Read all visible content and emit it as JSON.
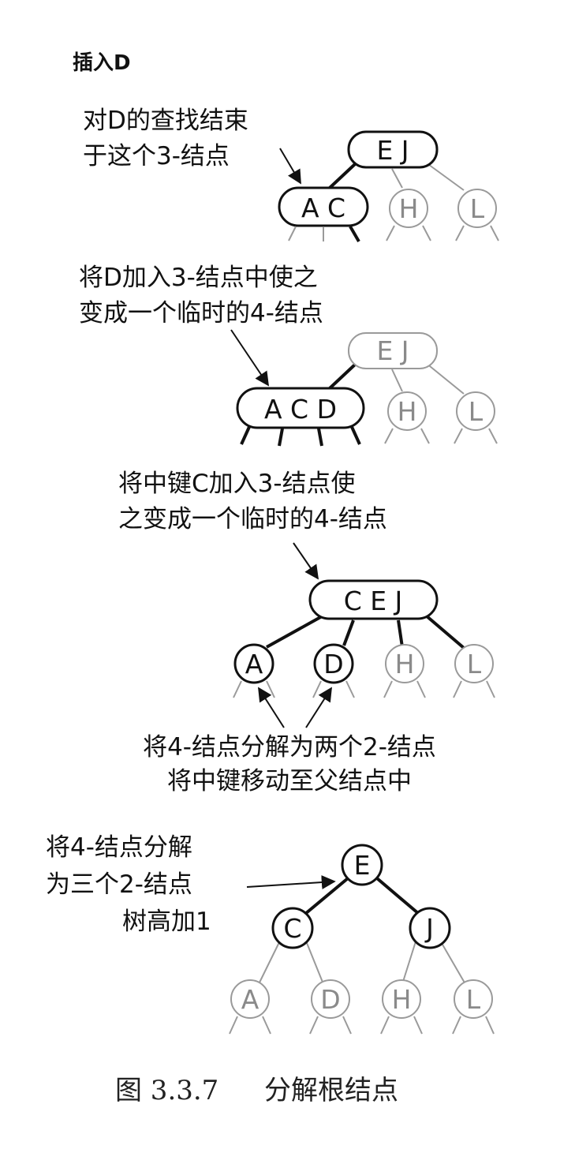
{
  "title": "插入D",
  "caption": {
    "figure_no": "图 3.3.7",
    "text": "分解根结点"
  },
  "steps": [
    {
      "note": [
        "对D的查找结束",
        "于这个3-结点"
      ],
      "nodes": [
        {
          "keys": "E J",
          "faded": false
        },
        {
          "keys": "A C",
          "faded": false
        },
        {
          "keys": "H",
          "faded": true
        },
        {
          "keys": "L",
          "faded": true
        }
      ]
    },
    {
      "note": [
        "将D加入3-结点中使之",
        "变成一个临时的4-结点"
      ],
      "nodes": [
        {
          "keys": "E J",
          "faded": true
        },
        {
          "keys": "A C D",
          "faded": false
        },
        {
          "keys": "H",
          "faded": true
        },
        {
          "keys": "L",
          "faded": true
        }
      ]
    },
    {
      "note": [
        "将中键C加入3-结点使",
        "之变成一个临时的4-结点"
      ],
      "note_bottom": [
        "将4-结点分解为两个2-结点",
        "将中键移动至父结点中"
      ],
      "nodes": [
        {
          "keys": "C E J",
          "faded": false
        },
        {
          "keys": "A",
          "faded": false
        },
        {
          "keys": "D",
          "faded": false
        },
        {
          "keys": "H",
          "faded": true
        },
        {
          "keys": "L",
          "faded": true
        }
      ]
    },
    {
      "note": [
        "将4-结点分解",
        "为三个2-结点",
        "树高加1"
      ],
      "nodes": [
        {
          "keys": "E",
          "faded": false
        },
        {
          "keys": "C",
          "faded": false
        },
        {
          "keys": "J",
          "faded": false
        },
        {
          "keys": "A",
          "faded": true
        },
        {
          "keys": "D",
          "faded": true
        },
        {
          "keys": "H",
          "faded": true
        },
        {
          "keys": "L",
          "faded": true
        }
      ]
    }
  ]
}
